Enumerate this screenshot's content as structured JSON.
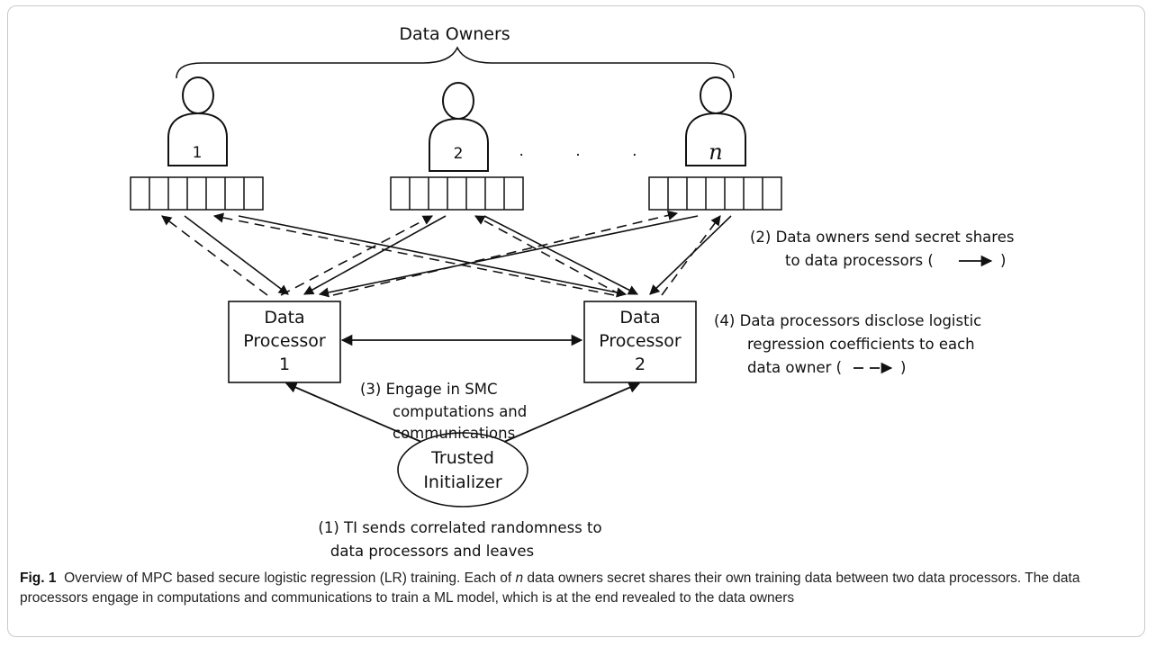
{
  "title": "Data Owners",
  "owners": [
    "1",
    "2",
    "n"
  ],
  "ellipsis": "· · ·",
  "processor1": [
    "Data",
    "Processor",
    "1"
  ],
  "processor2": [
    "Data",
    "Processor",
    "2"
  ],
  "initializer": [
    "Trusted",
    "Initializer"
  ],
  "step1": [
    "(1) TI sends correlated randomness to",
    "data processors and leaves"
  ],
  "step2": [
    "(2) Data owners send secret shares",
    "to data processors (",
    ")"
  ],
  "step3": [
    "(3) Engage in SMC",
    "computations and",
    "communications"
  ],
  "step4": [
    "(4) Data processors disclose logistic",
    "regression coefficients to each",
    "data owner (",
    ")"
  ],
  "caption": {
    "label": "Fig. 1",
    "text_a": "Overview of MPC based secure logistic regression (LR) training. Each of ",
    "text_n": "n",
    "text_b": " data owners secret shares their own training data between two data processors. The data processors engage in computations and communications to train a ML model, which is at the end revealed to the data owners"
  }
}
